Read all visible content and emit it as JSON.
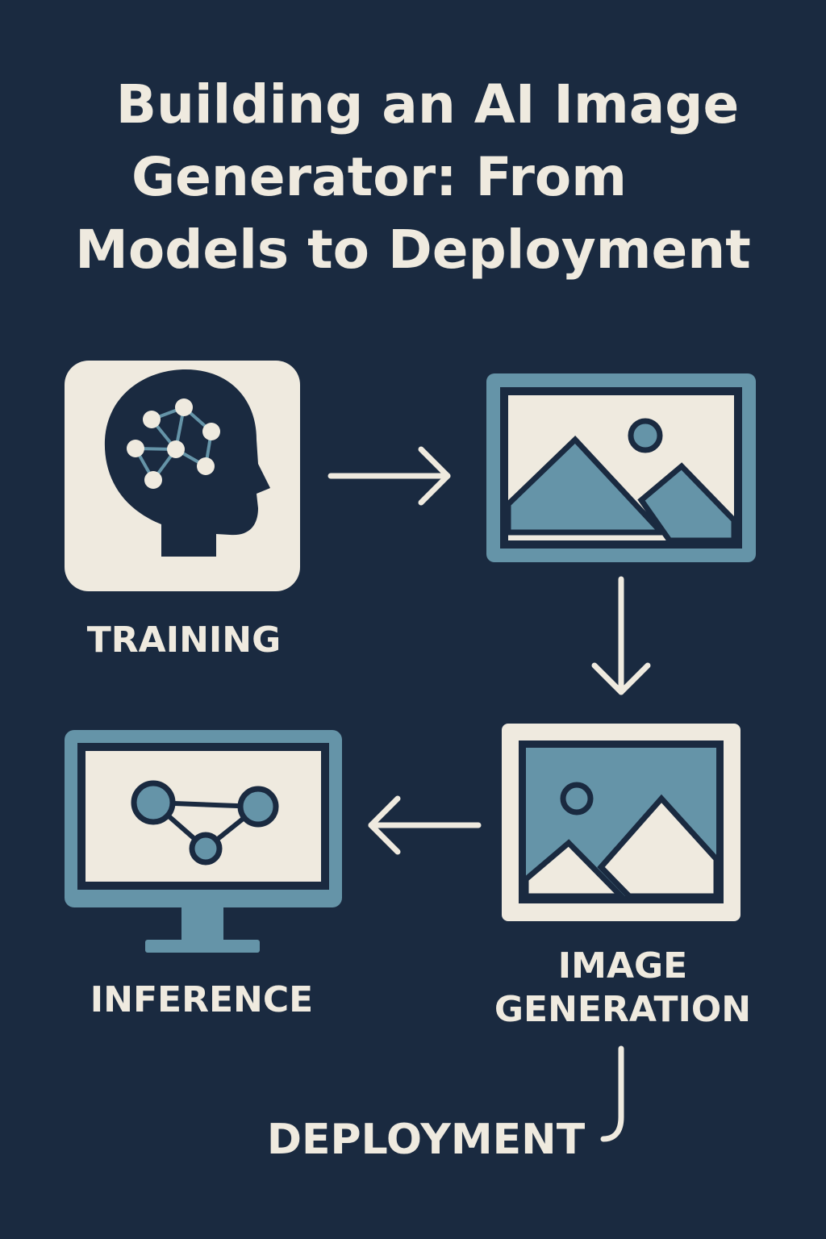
{
  "title": {
    "line1": "Building an AI Image",
    "line2": "Generator: From",
    "line3": "Models to Deployment"
  },
  "steps": {
    "training": "TRAINING",
    "inference": "INFERENCE",
    "image_generation_line1": "IMAGE",
    "image_generation_line2": "GENERATION",
    "deployment": "DEPLOYMENT"
  },
  "colors": {
    "background": "#1a2a40",
    "cream": "#efeadf",
    "accent_blue": "#6594a8"
  }
}
